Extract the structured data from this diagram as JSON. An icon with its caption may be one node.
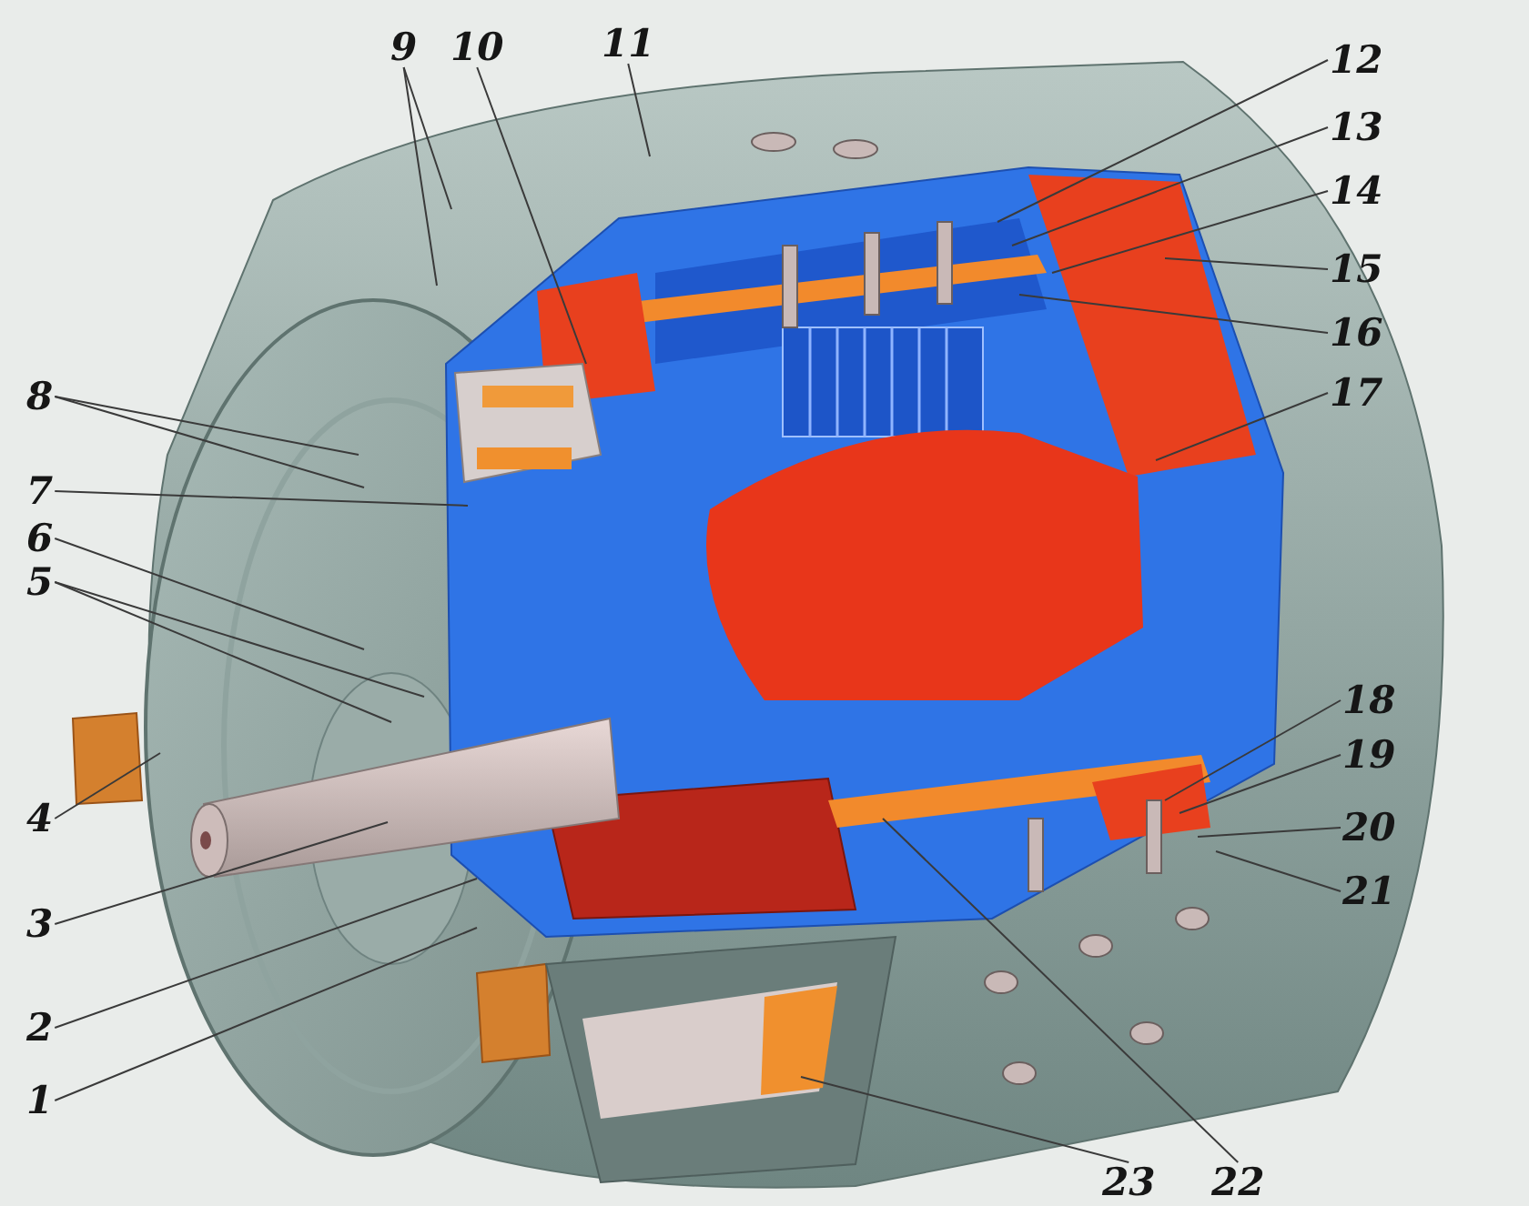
{
  "diagram": {
    "nodes": [
      {
        "text": [
          "1"
        ]
      },
      {
        "text": [
          "2"
        ]
      },
      {
        "text": [
          "3"
        ]
      },
      {
        "text": [
          "4"
        ]
      },
      {
        "text": [
          "5"
        ]
      },
      {
        "text": [
          "6"
        ]
      },
      {
        "text": [
          "7"
        ]
      },
      {
        "text": [
          "8"
        ]
      },
      {
        "text": [
          "9"
        ]
      },
      {
        "text": [
          "10"
        ]
      },
      {
        "text": [
          "11"
        ]
      },
      {
        "text": [
          "12"
        ]
      },
      {
        "text": [
          "13"
        ]
      },
      {
        "text": [
          "14"
        ]
      },
      {
        "text": [
          "15"
        ]
      },
      {
        "text": [
          "16"
        ]
      },
      {
        "text": [
          "17"
        ]
      },
      {
        "text": [
          "18"
        ]
      },
      {
        "text": [
          "19"
        ]
      },
      {
        "text": [
          "20"
        ]
      },
      {
        "text": [
          "21"
        ]
      },
      {
        "text": [
          "22"
        ]
      },
      {
        "text": [
          "23"
        ]
      }
    ],
    "edges": [
      {
        "from": 0,
        "to": null,
        "arrow": "none"
      },
      {
        "from": 1,
        "to": null,
        "arrow": "none"
      },
      {
        "from": 2,
        "to": null,
        "arrow": "none"
      },
      {
        "from": 3,
        "to": null,
        "arrow": "none"
      },
      {
        "from": 4,
        "to": null,
        "arrow": "none"
      },
      {
        "from": 4,
        "to": null,
        "arrow": "none"
      },
      {
        "from": 5,
        "to": null,
        "arrow": "none"
      },
      {
        "from": 6,
        "to": null,
        "arrow": "none"
      },
      {
        "from": 7,
        "to": null,
        "arrow": "none"
      },
      {
        "from": 7,
        "to": null,
        "arrow": "none"
      },
      {
        "from": 8,
        "to": null,
        "arrow": "none"
      },
      {
        "from": 8,
        "to": null,
        "arrow": "none"
      },
      {
        "from": 9,
        "to": null,
        "arrow": "none"
      },
      {
        "from": 10,
        "to": null,
        "arrow": "none"
      },
      {
        "from": 11,
        "to": null,
        "arrow": "none"
      },
      {
        "from": 12,
        "to": null,
        "arrow": "none"
      },
      {
        "from": 13,
        "to": null,
        "arrow": "none"
      },
      {
        "from": 14,
        "to": null,
        "arrow": "none"
      },
      {
        "from": 15,
        "to": null,
        "arrow": "none"
      },
      {
        "from": 16,
        "to": null,
        "arrow": "none"
      },
      {
        "from": 17,
        "to": null,
        "arrow": "none"
      },
      {
        "from": 18,
        "to": null,
        "arrow": "none"
      },
      {
        "from": 19,
        "to": null,
        "arrow": "none"
      },
      {
        "from": 20,
        "to": null,
        "arrow": "none"
      },
      {
        "from": 21,
        "to": null,
        "arrow": "none"
      },
      {
        "from": 22,
        "to": null,
        "arrow": "none"
      }
    ]
  }
}
